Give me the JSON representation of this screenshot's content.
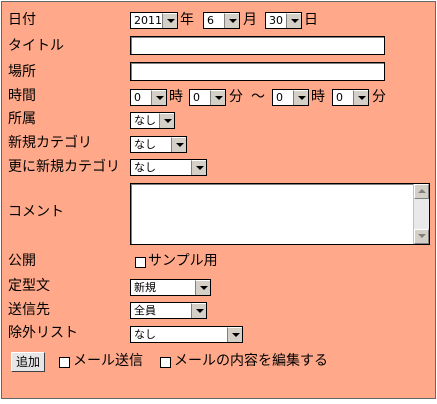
{
  "form": {
    "date": {
      "label": "日付",
      "year": "2011",
      "year_unit": "年",
      "month": "6",
      "month_unit": "月",
      "day": "30",
      "day_unit": "日"
    },
    "title": {
      "label": "タイトル",
      "value": ""
    },
    "place": {
      "label": "場所",
      "value": ""
    },
    "time": {
      "label": "時間",
      "start_hour": "0",
      "hour_unit": "時",
      "start_min": "0",
      "min_unit": "分",
      "separator": "～",
      "end_hour": "0",
      "end_hour_unit": "時",
      "end_min": "0",
      "end_min_unit": "分"
    },
    "affiliation": {
      "label": "所属",
      "value": "なし"
    },
    "new_category": {
      "label": "新規カテゴリ",
      "value": "なし"
    },
    "more_category": {
      "label": "更に新規カテゴリ",
      "value": "なし"
    },
    "comment": {
      "label": "コメント",
      "value": ""
    },
    "public": {
      "label": "公開",
      "checkbox_label": "サンプル用"
    },
    "template": {
      "label": "定型文",
      "value": "新規"
    },
    "recipients": {
      "label": "送信先",
      "value": "全員"
    },
    "exclude": {
      "label": "除外リスト",
      "value": "なし"
    },
    "actions": {
      "add_button": "追加",
      "send_mail_label": "メール送信",
      "edit_mail_label": "メールの内容を編集する"
    }
  },
  "colors": {
    "panel_bg": "#ffa98a"
  }
}
